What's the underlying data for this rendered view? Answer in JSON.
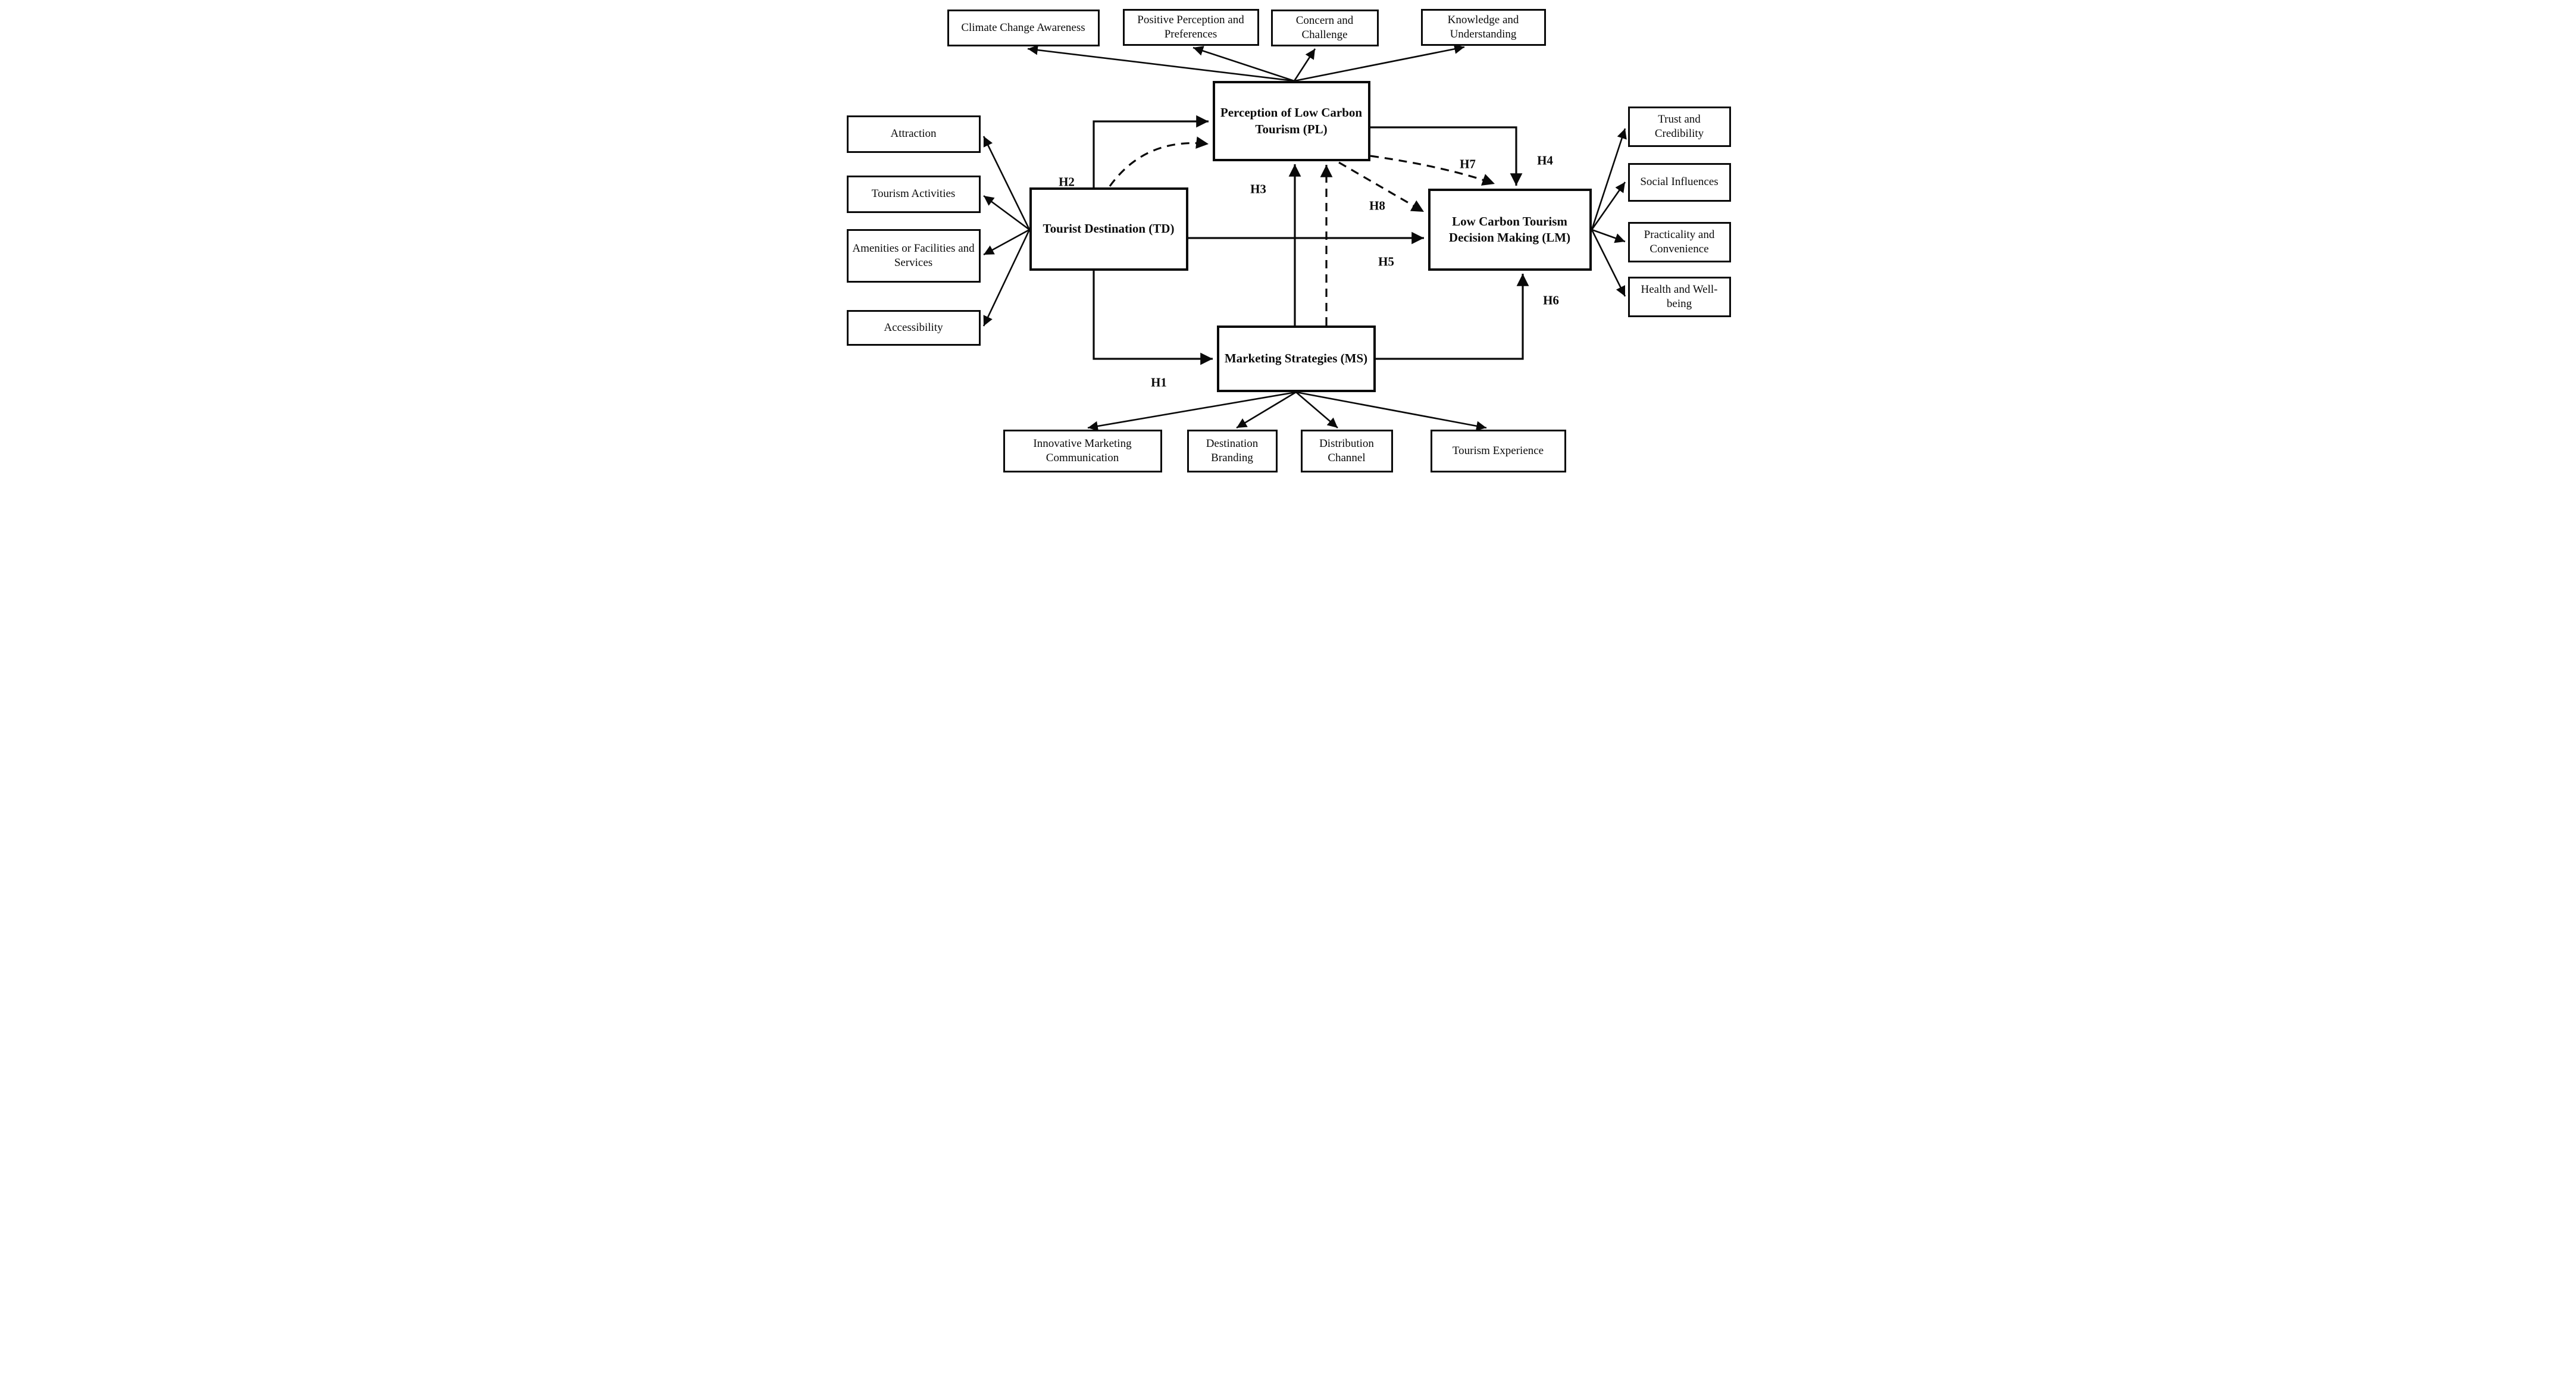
{
  "constructs": {
    "td": "Tourist Destination (TD)",
    "pl": "Perception of Low Carbon Tourism (PL)",
    "ms": "Marketing Strategies (MS)",
    "lm": "Low Carbon Tourism Decision Making (LM)"
  },
  "indicators": {
    "top": [
      "Climate Change Awareness",
      "Positive Perception and Preferences",
      "Concern and Challenge",
      "Knowledge and Understanding"
    ],
    "left": [
      "Attraction",
      "Tourism Activities",
      "Amenities or Facilities and Services",
      "Accessibility"
    ],
    "right": [
      "Trust and Credibility",
      "Social Influences",
      "Practicality and Convenience",
      "Health and Well-being"
    ],
    "bottom": [
      "Innovative Marketing Communication",
      "Destination Branding",
      "Distribution Channel",
      "Tourism Experience"
    ]
  },
  "hypotheses": {
    "h1": "H1",
    "h2": "H2",
    "h3": "H3",
    "h4": "H4",
    "h5": "H5",
    "h6": "H6",
    "h7": "H7",
    "h8": "H8"
  },
  "relationships": [
    {
      "id": "H1",
      "from": "TD",
      "to": "MS",
      "style": "solid"
    },
    {
      "id": "H2",
      "from": "TD",
      "to": "PL",
      "style": "solid"
    },
    {
      "id": "H3",
      "from": "MS",
      "to": "PL",
      "style": "solid"
    },
    {
      "id": "H4",
      "from": "PL",
      "to": "LM",
      "style": "solid"
    },
    {
      "id": "H5",
      "from": "TD",
      "to": "LM",
      "style": "solid"
    },
    {
      "id": "H6",
      "from": "MS",
      "to": "LM",
      "style": "solid"
    },
    {
      "id": "H7",
      "from": "PL",
      "to": "LM",
      "style": "dashed",
      "chain_from": "TD"
    },
    {
      "id": "H8",
      "from": "PL",
      "to": "LM",
      "style": "dashed",
      "chain_from": "MS"
    }
  ],
  "colors": {
    "line": "#0a0a0a",
    "text": "#0a0a0a",
    "background": "#ffffff"
  }
}
